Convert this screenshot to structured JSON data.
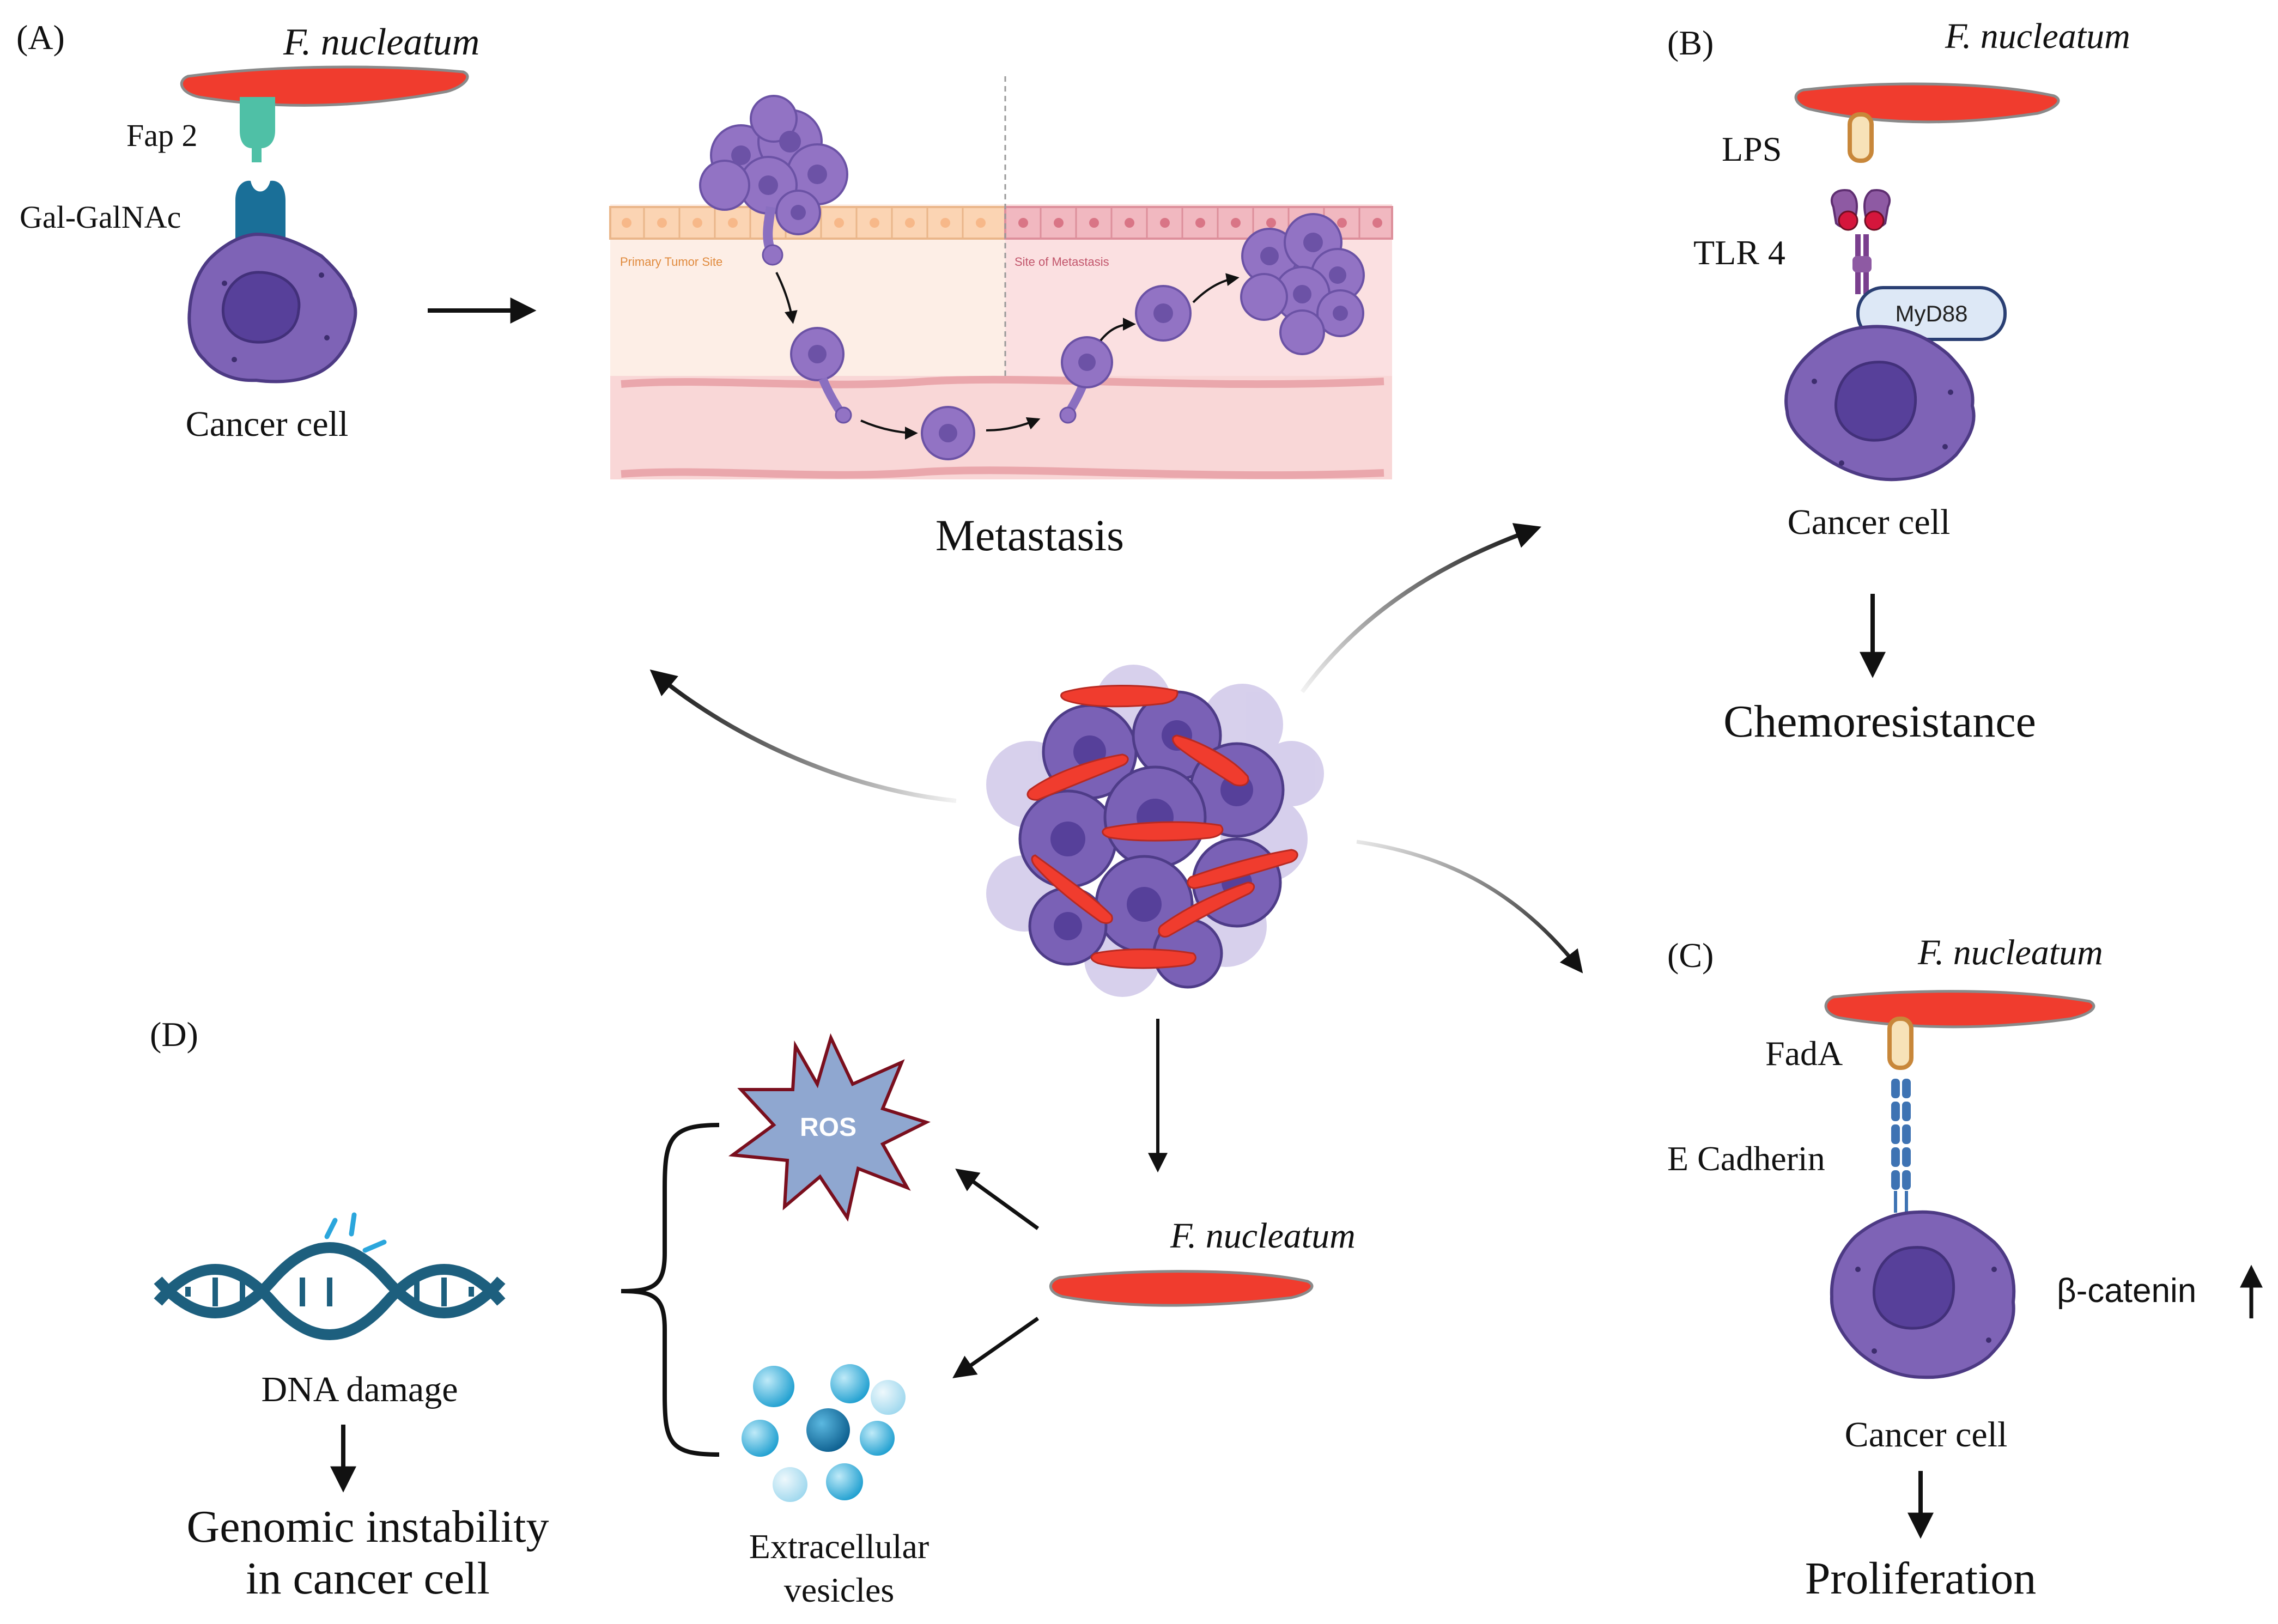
{
  "panels": {
    "a": {
      "tag": "(A)",
      "bacterium": "F. nucleatum",
      "adhesin": "Fap 2",
      "receptor": "Gal-GalNAc",
      "cell": "Cancer cell",
      "tumor_site": "Primary Tumor Site",
      "metastasis_site": "Site of Metastasis",
      "outcome": "Metastasis"
    },
    "b": {
      "tag": "(B)",
      "bacterium": "F. nucleatum",
      "ligand": "LPS",
      "receptor": "TLR 4",
      "adaptor": "MyD88",
      "cell": "Cancer cell",
      "outcome": "Chemoresistance"
    },
    "c": {
      "tag": "(C)",
      "bacterium": "F. nucleatum",
      "adhesin": "FadA",
      "receptor": "E Cadherin",
      "signal": "β-catenin",
      "cell": "Cancer cell",
      "outcome": "Proliferation"
    },
    "d": {
      "tag": "(D)",
      "bacterium": "F. nucleatum",
      "ros": "ROS",
      "vesicles_line1": "Extracellular",
      "vesicles_line2": "vesicles",
      "dna": "DNA damage",
      "outcome_line1": "Genomic instability",
      "outcome_line2": "in cancer cell"
    }
  },
  "colors": {
    "bacterium": "#f03c2e",
    "cancer_cell": "#7e63b6",
    "nucleus": "#57409a",
    "fap2": "#4fc0a6",
    "galnac": "#1a6f98",
    "lps": "#c8873a",
    "tlr4": "#7a3f8e",
    "myd88": "#dde8f6",
    "ecadherin": "#3e73b3",
    "ros": "#8fa7d0",
    "dna": "#1d5f7e",
    "vesicle": "#22a8d8"
  }
}
